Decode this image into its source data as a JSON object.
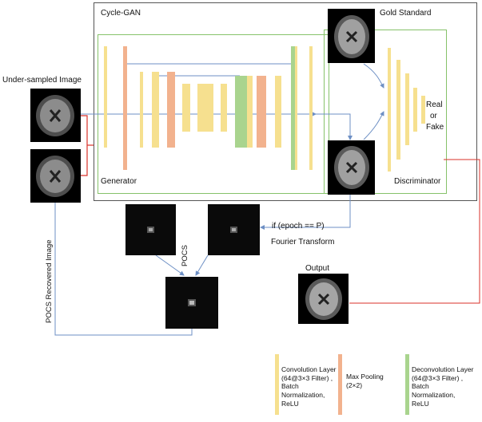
{
  "labels": {
    "cycle_gan": "Cycle-GAN",
    "gold_standard": "Gold Standard",
    "under_sampled": "Under-sampled Image",
    "generator": "Generator",
    "discriminator": "Discriminator",
    "real": "Real",
    "or": "or",
    "fake": "Fake",
    "condition": "if (epoch == P)",
    "fourier": "Fourier Transform",
    "pocs": "POCS",
    "pocs_recovered": "POCS Recovered Image",
    "output": "Output"
  },
  "legend": [
    {
      "text": "Convolution Layer\n(64@3×3 Filter) ,\nBatch\nNormalization,\nReLU",
      "color": "#f6e08f"
    },
    {
      "text": "Max Pooling\n(2×2)",
      "color": "#f2b28e"
    },
    {
      "text": "Deconvolution Layer\n(64@3×3 Filter) ,\nBatch\nNormalization,\nReLU",
      "color": "#a9d48e"
    }
  ],
  "colors": {
    "conv": "#f6e08f",
    "pool": "#f2b28e",
    "deconv": "#a9d48e",
    "arrow_blue": "#6d8fc4",
    "connector_red": "#d9322a",
    "frame_green": "#86c26a"
  }
}
